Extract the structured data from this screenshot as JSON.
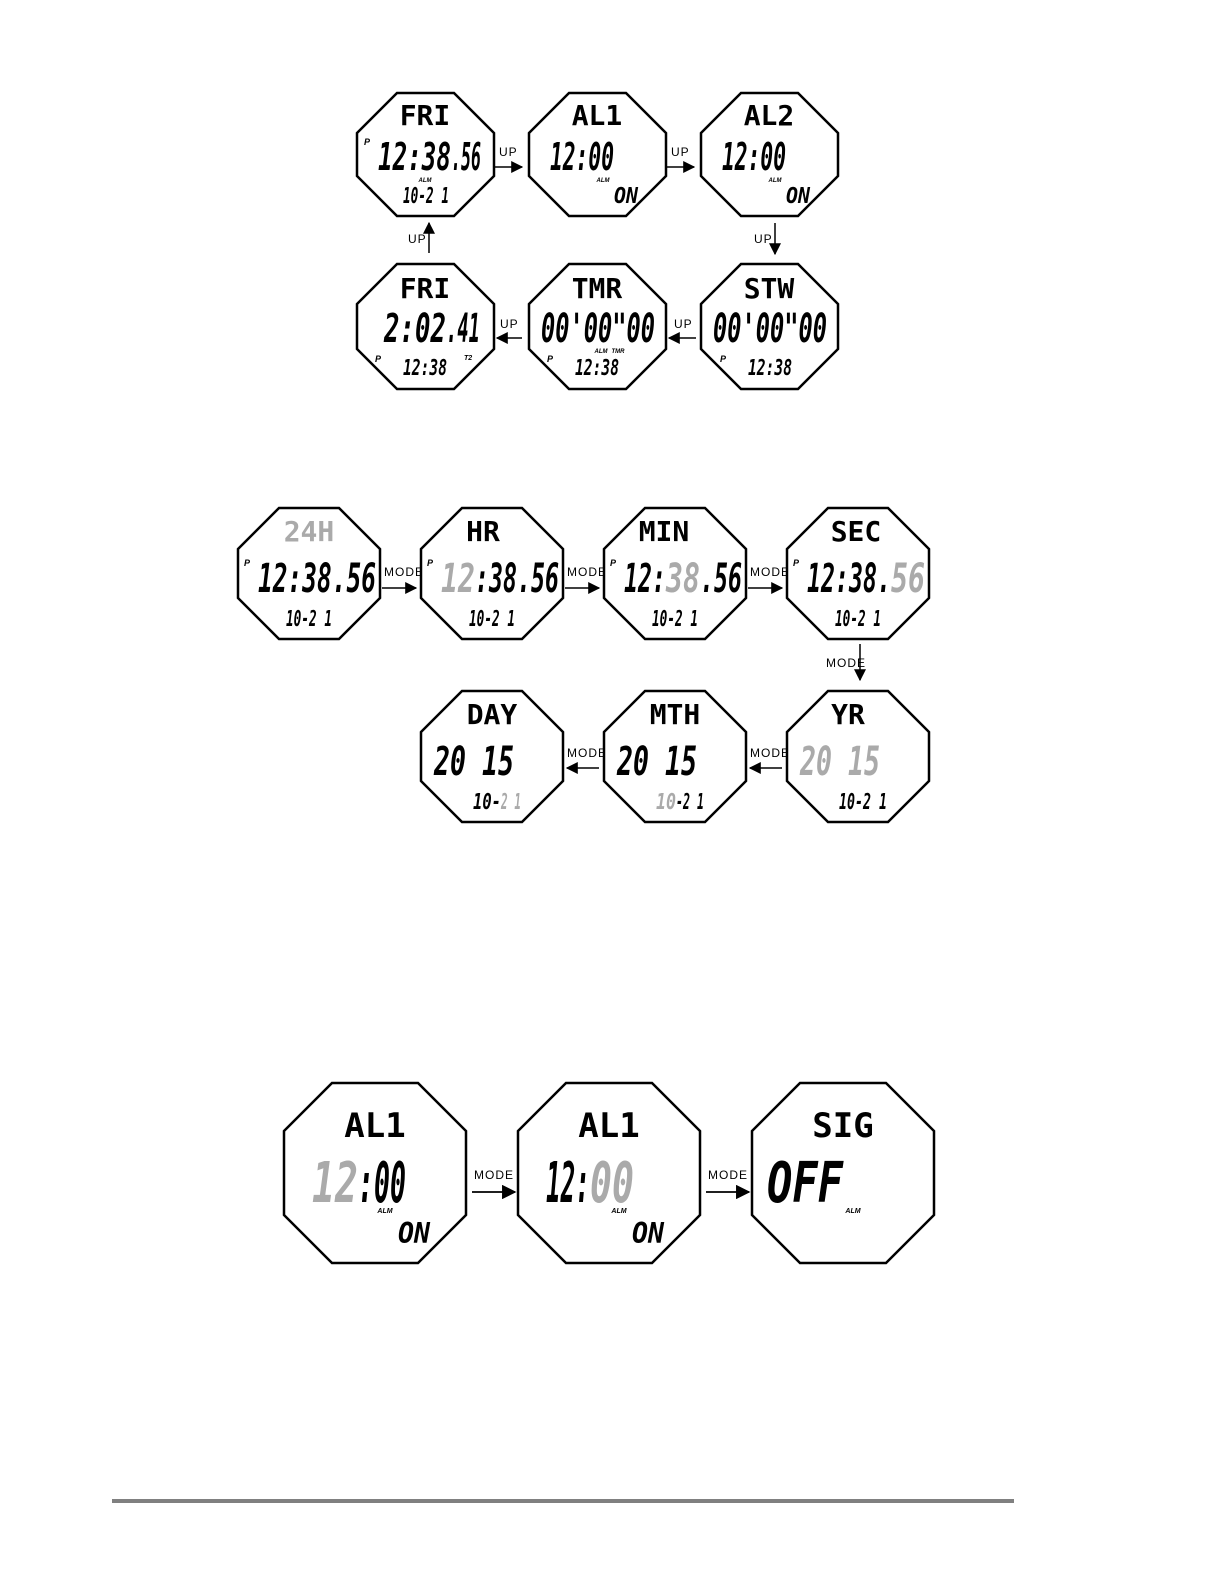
{
  "colors": {
    "ink": "#000000",
    "dim": "#aaaaaa",
    "rule": "#808080"
  },
  "arrows": {
    "up": "UP",
    "mode": "MODE"
  },
  "row1": {
    "fri": {
      "label": "FRI",
      "pm": "P",
      "time_a": "12:38",
      "time_b": ".56",
      "alm": "ALM",
      "date": "10-2 1"
    },
    "al1": {
      "label": "AL1",
      "time": "12:00",
      "alm": "ALM",
      "state": "ON"
    },
    "al2": {
      "label": "AL2",
      "time": "12:00",
      "alm": "ALM",
      "state": "ON"
    }
  },
  "row2": {
    "fri2": {
      "label": "FRI",
      "time_a": "2:02",
      "time_b": ".41",
      "pm": "P",
      "sub": "12:38",
      "t2": "T2"
    },
    "tmr": {
      "label": "TMR",
      "digits": "00'00\"00",
      "alm": "ALM",
      "tmr": "TMR",
      "pm": "P",
      "sub": "12:38"
    },
    "stw": {
      "label": "STW",
      "digits": "00'00\"00",
      "pm": "P",
      "sub": "12:38"
    }
  },
  "set1": {
    "h24": {
      "label": "24H",
      "pm": "P",
      "time": "12:38.56",
      "date": "10-2 1"
    },
    "hr": {
      "label": "HR",
      "pm": "P",
      "hh": "12",
      "rest": ":38.56",
      "date": "10-2 1"
    },
    "min": {
      "label": "MIN",
      "pm": "P",
      "hh": "12:",
      "mm": "38",
      "ss": ".56",
      "date": "10-2 1"
    },
    "sec": {
      "label": "SEC",
      "pm": "P",
      "hm": "12:38.",
      "ss": "56",
      "date": "10-2 1"
    }
  },
  "set2": {
    "yr": {
      "label": "YR",
      "year": "20 15",
      "date": "10-2 1"
    },
    "mth": {
      "label": "MTH",
      "year": "20 15",
      "m": "10",
      "d": "-2 1"
    },
    "day": {
      "label": "DAY",
      "year": "20 15",
      "m": "10-",
      "d": "2 1"
    }
  },
  "alarm": {
    "a": {
      "label": "AL1",
      "hh": "12",
      "mm": ":00",
      "alm": "ALM",
      "state": "ON"
    },
    "b": {
      "label": "AL1",
      "hh": "12:",
      "mm": "00",
      "alm": "ALM",
      "state": "ON"
    },
    "c": {
      "label": "SIG",
      "value": "OFF",
      "alm": "ALM"
    }
  }
}
